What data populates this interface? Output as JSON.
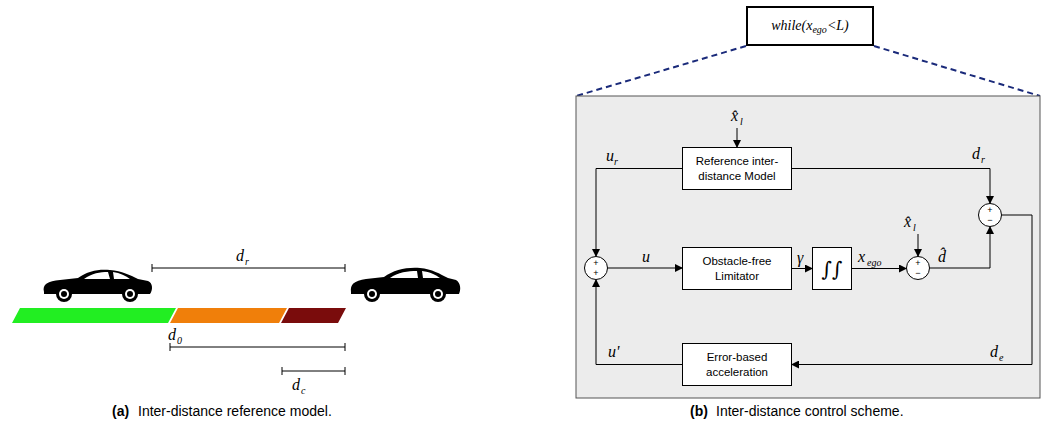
{
  "diagram": {
    "nodes": [
      {
        "text": [
          "while(x",
          "ego",
          "<L)"
        ]
      },
      {
        "text": [
          "Reference inter-distance Model"
        ]
      },
      {
        "text": [
          "Obstacle-free Limitator"
        ]
      },
      {
        "text": [
          "∫∫"
        ]
      },
      {
        "text": [
          "Error-based acceleration"
        ]
      },
      {
        "text": [
          "+",
          "+"
        ]
      },
      {
        "text": [
          "+",
          "−"
        ]
      },
      {
        "text": [
          "+",
          "−"
        ]
      }
    ],
    "edges": [
      {
        "from": 1,
        "to": 5,
        "arrow": "to"
      },
      {
        "from": 1,
        "to": 7,
        "arrow": "to"
      },
      {
        "from": 5,
        "to": 2,
        "arrow": "to"
      },
      {
        "from": 2,
        "to": 3,
        "arrow": "to"
      },
      {
        "from": 3,
        "to": 6,
        "arrow": "to"
      },
      {
        "from": 6,
        "to": 7,
        "arrow": "to"
      },
      {
        "from": 7,
        "to": 4,
        "arrow": "to"
      },
      {
        "from": 4,
        "to": 5,
        "arrow": "to"
      }
    ],
    "labels": [
      "d",
      "r",
      "d",
      "0",
      "d",
      "c",
      "(a)",
      "Inter-distance reference model.",
      "x̂",
      "l",
      "u",
      "r",
      "d",
      "r",
      "u",
      "γ",
      "x",
      "ego",
      "x̂",
      "l",
      "d̂",
      "d",
      "e",
      "u'",
      "(b)",
      "Inter-distance control scheme."
    ]
  }
}
